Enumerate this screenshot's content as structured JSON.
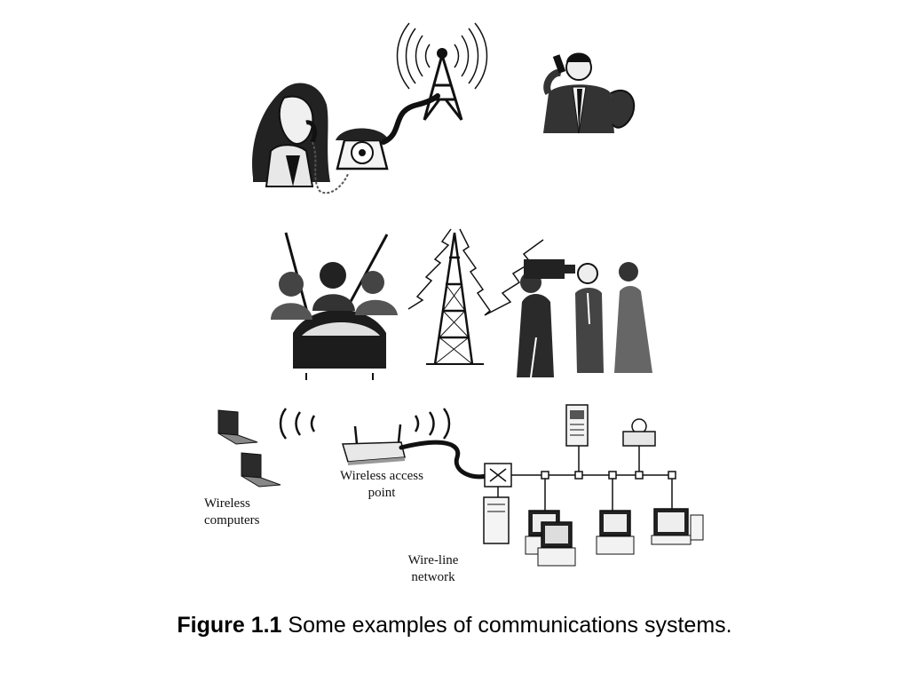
{
  "labels": {
    "wireless_computers": "Wireless\ncomputers",
    "wireless_access_point": "Wireless access\npoint",
    "wire_line_network": "Wire-line\nnetwork"
  },
  "caption": {
    "number": "Figure 1.1",
    "text": "Some examples of communications systems."
  },
  "colors": {
    "ink": "#111111",
    "mid": "#8a8a8a",
    "light": "#d8d8d8"
  }
}
